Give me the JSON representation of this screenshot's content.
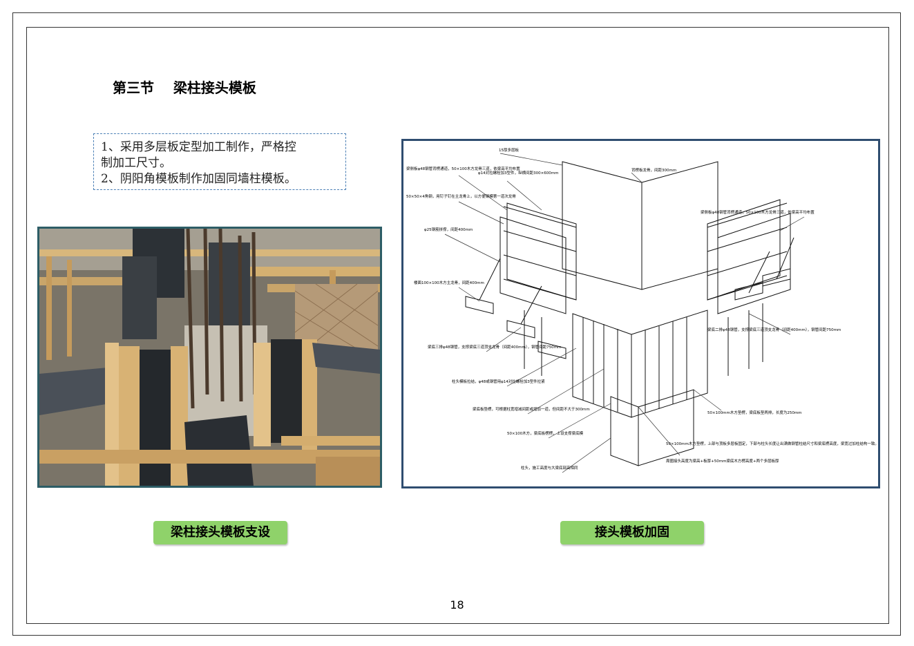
{
  "section": {
    "title": "第三节    梁柱接头模板"
  },
  "notes": [
    "1、采用多层板定型加工制作，严格控",
    "制加工尺寸。",
    "2、阴阳角模板制作加固同墙柱模板。"
  ],
  "captions": {
    "left": "梁柱接头模板支设",
    "right": "接头模板加固"
  },
  "diagram_labels": [
    "15厚多层板",
    "梁侧板φ48钢管背楞通道，50×100木方龙骨三道，依梁高平均布置",
    "φ14对拉螺栓加3型件，纵横间距300×600mm",
    "背楞板龙骨，间距300mm",
    "50×50×4角钢，用钉子钉在主龙骨上，以方便钢模第一道次龙骨",
    "φ25钢筋拼撑，间距400mm",
    "楼面100×100木方主龙骨，间距400mm",
    "梁底三排φ48钢管，支撑梁底三道顶支龙骨（间距400mm），钢管间距750mm",
    "柱头模板拉结，φ48或钢管用φ14对拉螺栓加3型件拉紧",
    "梁底板垫楞，可根据柱宽增减间距或增加一道，但间距不大于300mm",
    "50×100木方，梁底板楞楞，上设支撑梁底模",
    "柱头，施工高度与大梁底部高相同",
    "梁侧板φ48钢管背楞通道，50×100木方龙骨三道，依梁高平均布置",
    "梁底二排φ48钢管，支撑梁底三道顶支龙骨（间距400mm），钢管间距750mm",
    "50×100mm木方垫楞，梁底板垫两排，长度为250mm",
    "50×100mm木方垫楞，上部与顶板多层板固定，下部与柱头长度让出满做钢管柱结尺寸和梁底楞高度，梁宽过加柱结构一致。",
    "周圈接头高度为梁高+板厚+50mm梁底木方楞高度+两个多层板厚"
  ],
  "page": {
    "number": "18"
  },
  "colors": {
    "caption_bg": "#8fd26a",
    "note_border": "#4a7fb5",
    "photo_border": "#2d5d66",
    "diagram_border": "#2f4d70"
  }
}
